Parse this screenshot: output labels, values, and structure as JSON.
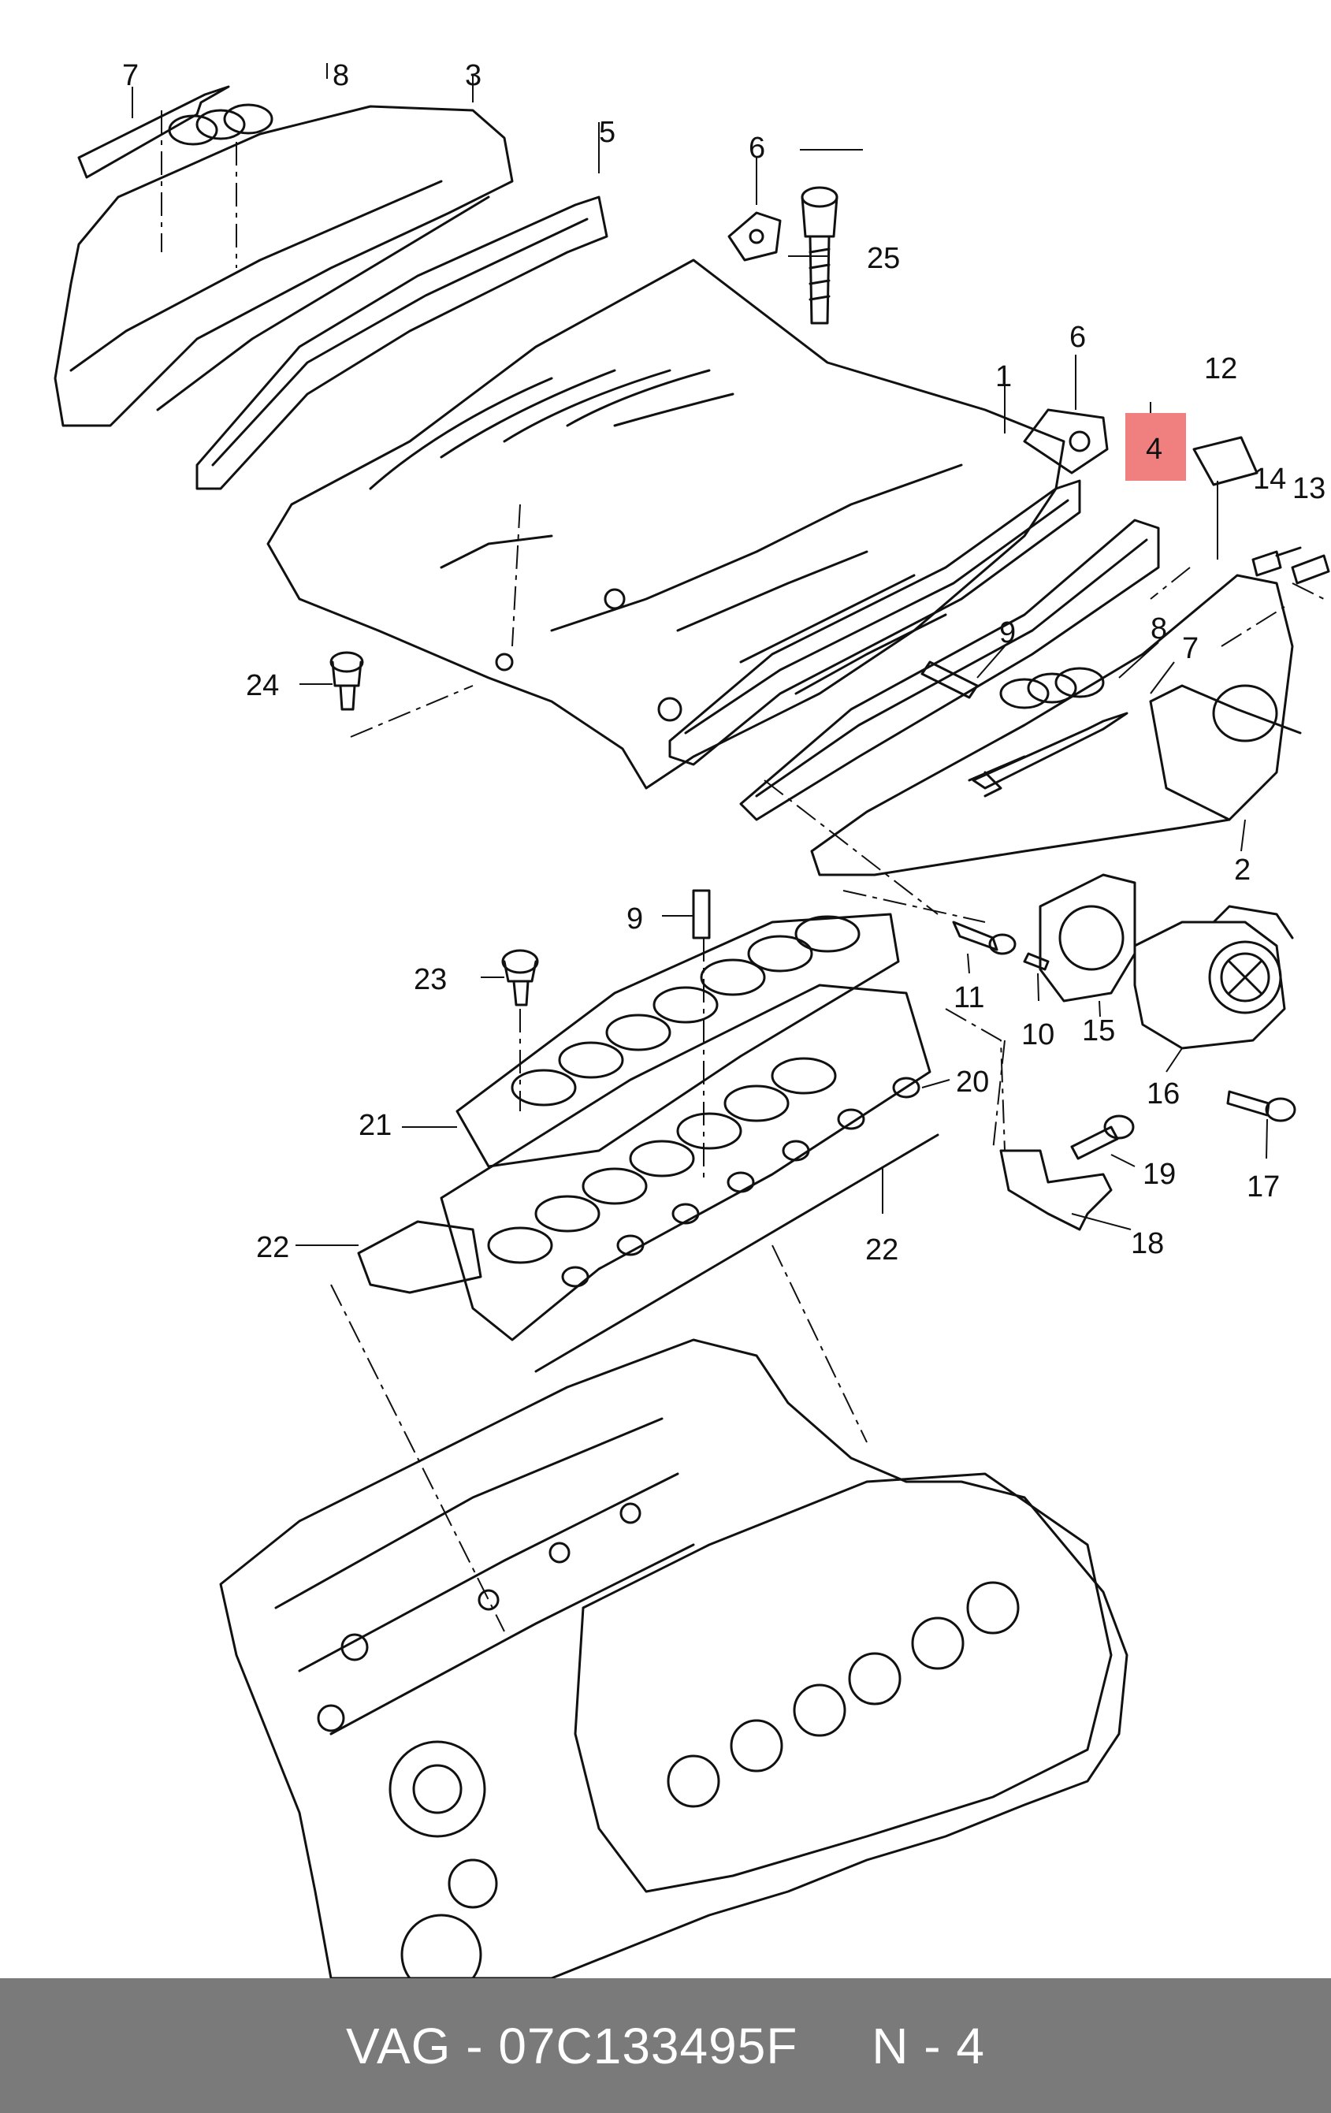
{
  "callouts": {
    "c1": "1",
    "c2": "2",
    "c3": "3",
    "c4": "4",
    "c5": "5",
    "c6a": "6",
    "c6b": "6",
    "c7a": "7",
    "c7b": "7",
    "c8a": "8",
    "c8b": "8",
    "c9a": "9",
    "c9b": "9",
    "c10": "10",
    "c11": "11",
    "c12": "12",
    "c13": "13",
    "c14": "14",
    "c15": "15",
    "c16": "16",
    "c17": "17",
    "c18": "18",
    "c19": "19",
    "c20": "20",
    "c21": "21",
    "c22a": "22",
    "c22b": "22",
    "c23": "23",
    "c24": "24",
    "c25": "25"
  },
  "highlight": {
    "label": "4",
    "color": "#f08080"
  },
  "footer": {
    "text": "VAG - 07C133495F     N - 4",
    "background": "#7a7a7a"
  }
}
